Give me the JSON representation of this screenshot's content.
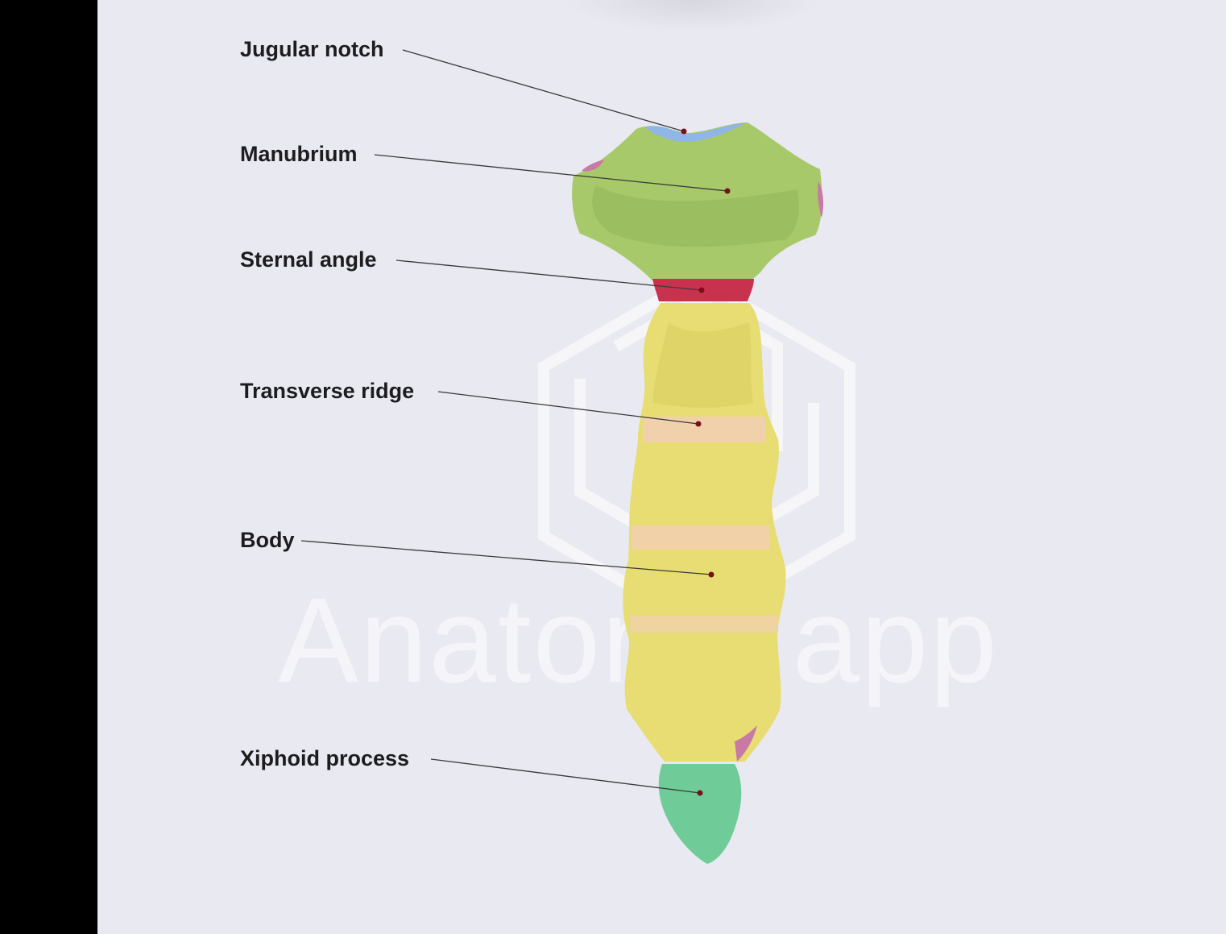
{
  "watermark": {
    "text": "Anatomy.app"
  },
  "labels": [
    {
      "id": "jugular-notch",
      "text": "Jugular notch"
    },
    {
      "id": "manubrium",
      "text": "Manubrium"
    },
    {
      "id": "sternal-angle",
      "text": "Sternal angle"
    },
    {
      "id": "transverse-ridge",
      "text": "Transverse ridge"
    },
    {
      "id": "body",
      "text": "Body"
    },
    {
      "id": "xiphoid-process",
      "text": "Xiphoid process"
    }
  ],
  "colors": {
    "background": "#e9e9f1",
    "manubrium": "#a7c96a",
    "jugular_notch": "#8fb6e6",
    "sternal_angle": "#c8324e",
    "body": "#e7dd72",
    "transverse_ridge": "#f1cfb1",
    "xiphoid": "#6fcc98",
    "pointer_dot": "#7a0f1c",
    "leader_line": "#3a3a3a"
  }
}
